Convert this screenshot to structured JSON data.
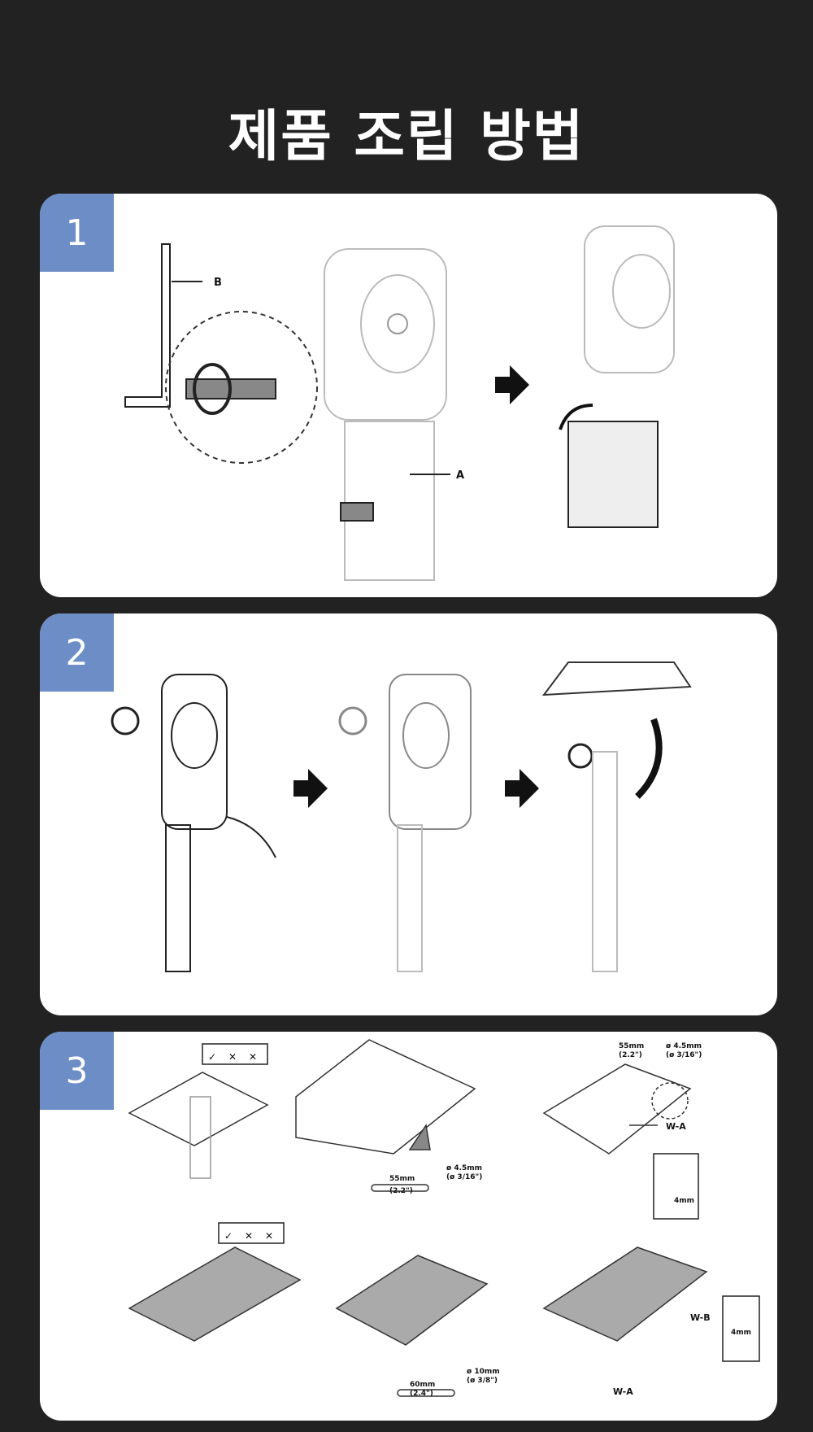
{
  "title": "제품 조립 방법",
  "steps": [
    {
      "number": "1",
      "labels": {
        "a": "A",
        "b": "B"
      }
    },
    {
      "number": "2"
    },
    {
      "number": "3",
      "checks": [
        "✓",
        "✕",
        "✕"
      ],
      "drill_wood": {
        "length": "55mm",
        "length_in": "(2.2\")",
        "diameter": "ø 4.5mm",
        "diameter_in": "(ø 3/16\")"
      },
      "drill_concrete": {
        "length": "60mm",
        "length_in": "(2.4\")",
        "diameter": "ø 10mm",
        "diameter_in": "(ø 3/8\")"
      },
      "screw_a": "W-A",
      "screw_b": "W-B",
      "gap": "4mm"
    }
  ]
}
